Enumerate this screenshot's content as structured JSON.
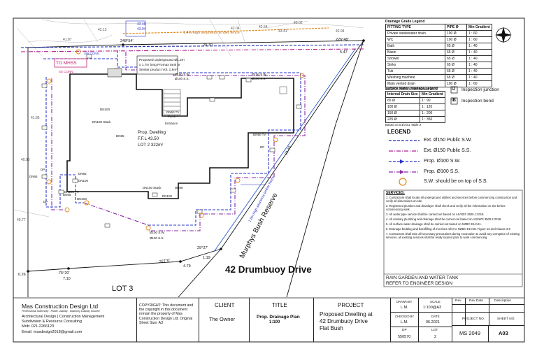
{
  "drawing": {
    "address": "42 Drumbuoy Drive",
    "reserve": "Murphys Bush Reserve",
    "lot_label": "LOT 3",
    "fence_top": "1.4m high seamless timber fence",
    "fence_side": "1.8m high seamless timber fence",
    "dwelling": [
      "Prop. Dwelling",
      "F.F.L 43.50",
      "LOT 2  322m²"
    ],
    "underground_note": [
      "Proposed underground Ø1.2m",
      "x 1.7m long Promax tank or",
      "Similar product Vol. 1.8m³"
    ],
    "mhss": "TO MHSS",
    "pipe_labels": [
      "Ø100 S.W.",
      "Ø100 S.S.",
      "Ø100 S.W.",
      "Ø100 S.S.",
      "Ø100 S.W.",
      "Ø100 S.S."
    ],
    "dn_labels": [
      "DN100",
      "DN100 Stack",
      "DN50 TV",
      "DN100 Stack",
      "DN65",
      "DN100",
      "DN65",
      "DN65",
      "DN100",
      "DN100 TV",
      "DN65",
      "DN100",
      "DN50 TV",
      "DN65"
    ],
    "misc_labels": [
      "Porch",
      "Entrance",
      "SS CONN",
      "SW CONN",
      "DP",
      "DP",
      "DP"
    ],
    "bearings": [
      "248°54'",
      "226°48'",
      "29°27'",
      "327°0'",
      "75°20'"
    ],
    "distances": [
      "20.70",
      "5.47",
      "21.46",
      "4.79",
      "1.19",
      "7.10",
      "0.26"
    ],
    "levels": [
      "41.87",
      "42.04",
      "42.54",
      "43.02",
      "43.48",
      "43.04",
      "43.41",
      "42.94",
      "40.77",
      "42.13",
      "41.85",
      "40.98"
    ]
  },
  "drainage_grade_legend": {
    "title": "Drainage Grade Legend",
    "headers": [
      "FITTING TYPE",
      "PIPE Ø",
      "Min Gradient"
    ],
    "rows": [
      [
        "Private wastewater drain",
        "100 Ø",
        "1 : 60"
      ],
      [
        "WC",
        "100 Ø",
        "1 : 60"
      ],
      [
        "Bath",
        "65 Ø",
        "1 : 40"
      ],
      [
        "Basin",
        "65 Ø",
        "1 : 40"
      ],
      [
        "Shower",
        "65 Ø",
        "1 : 40"
      ],
      [
        "Sinks",
        "65 Ø",
        "1 : 40"
      ],
      [
        "Tub",
        "65 Ø",
        "1 : 40"
      ],
      [
        "Washing machine",
        "65 Ø",
        "1 : 40"
      ],
      [
        "Main vented drain",
        "100 Ø",
        "1 : 60"
      ]
    ],
    "note": "Based on AS/NZS 3500.2 Table 3.4.1"
  },
  "surface_water_legend": {
    "title": "Surface Water Drainage Legend",
    "headers": [
      "Internal Drain Size",
      "Min Gradient"
    ],
    "rows": [
      [
        "65 Ø",
        "1 : 90"
      ],
      [
        "100 Ø",
        "1 : 120"
      ],
      [
        "150 Ø",
        "1 : 200"
      ],
      [
        "225 Ø",
        "1 : 350"
      ]
    ],
    "note": "Based on E1/AS1 Table 2"
  },
  "inspection": {
    "ij_code": "IJ",
    "ij_label": "Inspection junction",
    "ib_code": "IB",
    "ib_label": "Inspection bend"
  },
  "legend": {
    "title": "LEGEND",
    "items": [
      "Ext. Ø150  Public S.W.",
      "Ext. Ø150  Public S.S.",
      "Prop. Ø100  S.W.",
      "Prop. Ø100  S.S.",
      "S.W. should be on top of S.S."
    ]
  },
  "services": {
    "title": "SERVICES:",
    "notes": [
      "1. Contractors shall locate all underground utilities and services before commencing construction and verify all dimensions on site.",
      "2. Registered plumber and drainlayer shall check and verify all the information on site before commencing work.",
      "3. All water pipe service shall be carried out based on AS/NZS 3500.1:2018.",
      "4. All sanitary plumbing and drainage shall be carried out based on AS/NZS 3500.2:2018.",
      "5. All surface water drainage shall be carried out based on NZBC E1/AS1.",
      "6. Drainage bedding and backfilling of trenches refer to NZBC E1/AS1 Figure 13 and Clause 3.9",
      "7. Contractors shall take all necessary precautions during excavation to avoid any corruption of existing services, all existing services shall be really located prior to work commencing."
    ],
    "rain_garden": [
      "RAIN GARDEN AND WATER TANK",
      "REFER TO ENGINEER DESIGN"
    ]
  },
  "title_block": {
    "company": "Mas Construction Design Ltd",
    "tagline": "Professional Indemnity . Public Liability . Statutory Liability Insured",
    "services_line1": "Architectural Design | Construction Management",
    "services_line2": "Subdivision & Resource Consulting",
    "mobile": "Mob: 021-2266123",
    "email": "Email: masdesign2018@gmail.com",
    "copyright": "COPYRIGHT: This document and the copyright in this document remain the property of Mas Construction Design Ltd. Original Sheet Size: A3",
    "client_label": "CLIENT",
    "client": "The Owner",
    "title_label": "TITLE",
    "title": "Prop. Drainage Plan",
    "title_scale": "1:100",
    "project_label": "PROJECT",
    "project": [
      "Proposed Dwelling at",
      "42 Drumbuoy Drive",
      "Flat Bush"
    ],
    "drawn_by_label": "DRAWN BY",
    "drawn_by": "L.M.",
    "scale_label": "SCALE",
    "scale": "1:100@A3",
    "checked_label": "CHECKED BY",
    "checked_by": "L.M.",
    "date_label": "DATE",
    "date": "06.2021",
    "dp_label": "DP",
    "dp": "550570",
    "lot_label": "LOT",
    "lot": "2",
    "rev_label": "Rev",
    "rev_date_label": "Rev Date",
    "description_label": "Description",
    "project_no_label": "PROJECT NO.",
    "project_no": "MS 2049",
    "sheet_no_label": "SHEET NO.",
    "sheet_no": "A03"
  }
}
